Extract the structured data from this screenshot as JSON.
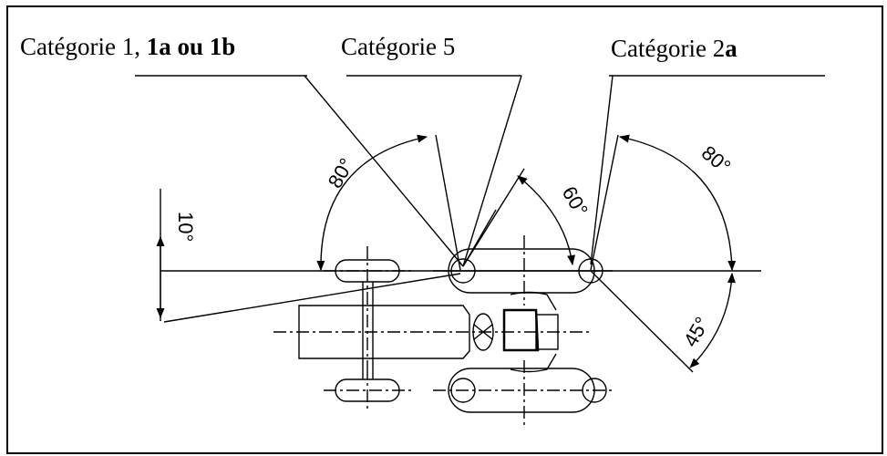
{
  "labels": {
    "cat1_prefix": "Catégorie 1, ",
    "cat1_bold": "1a ou 1b",
    "cat5": "Catégorie 5",
    "cat2_prefix": "Catégorie 2",
    "cat2_bold": "a"
  },
  "angles": {
    "a10": "10°",
    "a80_left": "80°",
    "a60": "60°",
    "a80_right": "80°",
    "a45": "45°"
  }
}
